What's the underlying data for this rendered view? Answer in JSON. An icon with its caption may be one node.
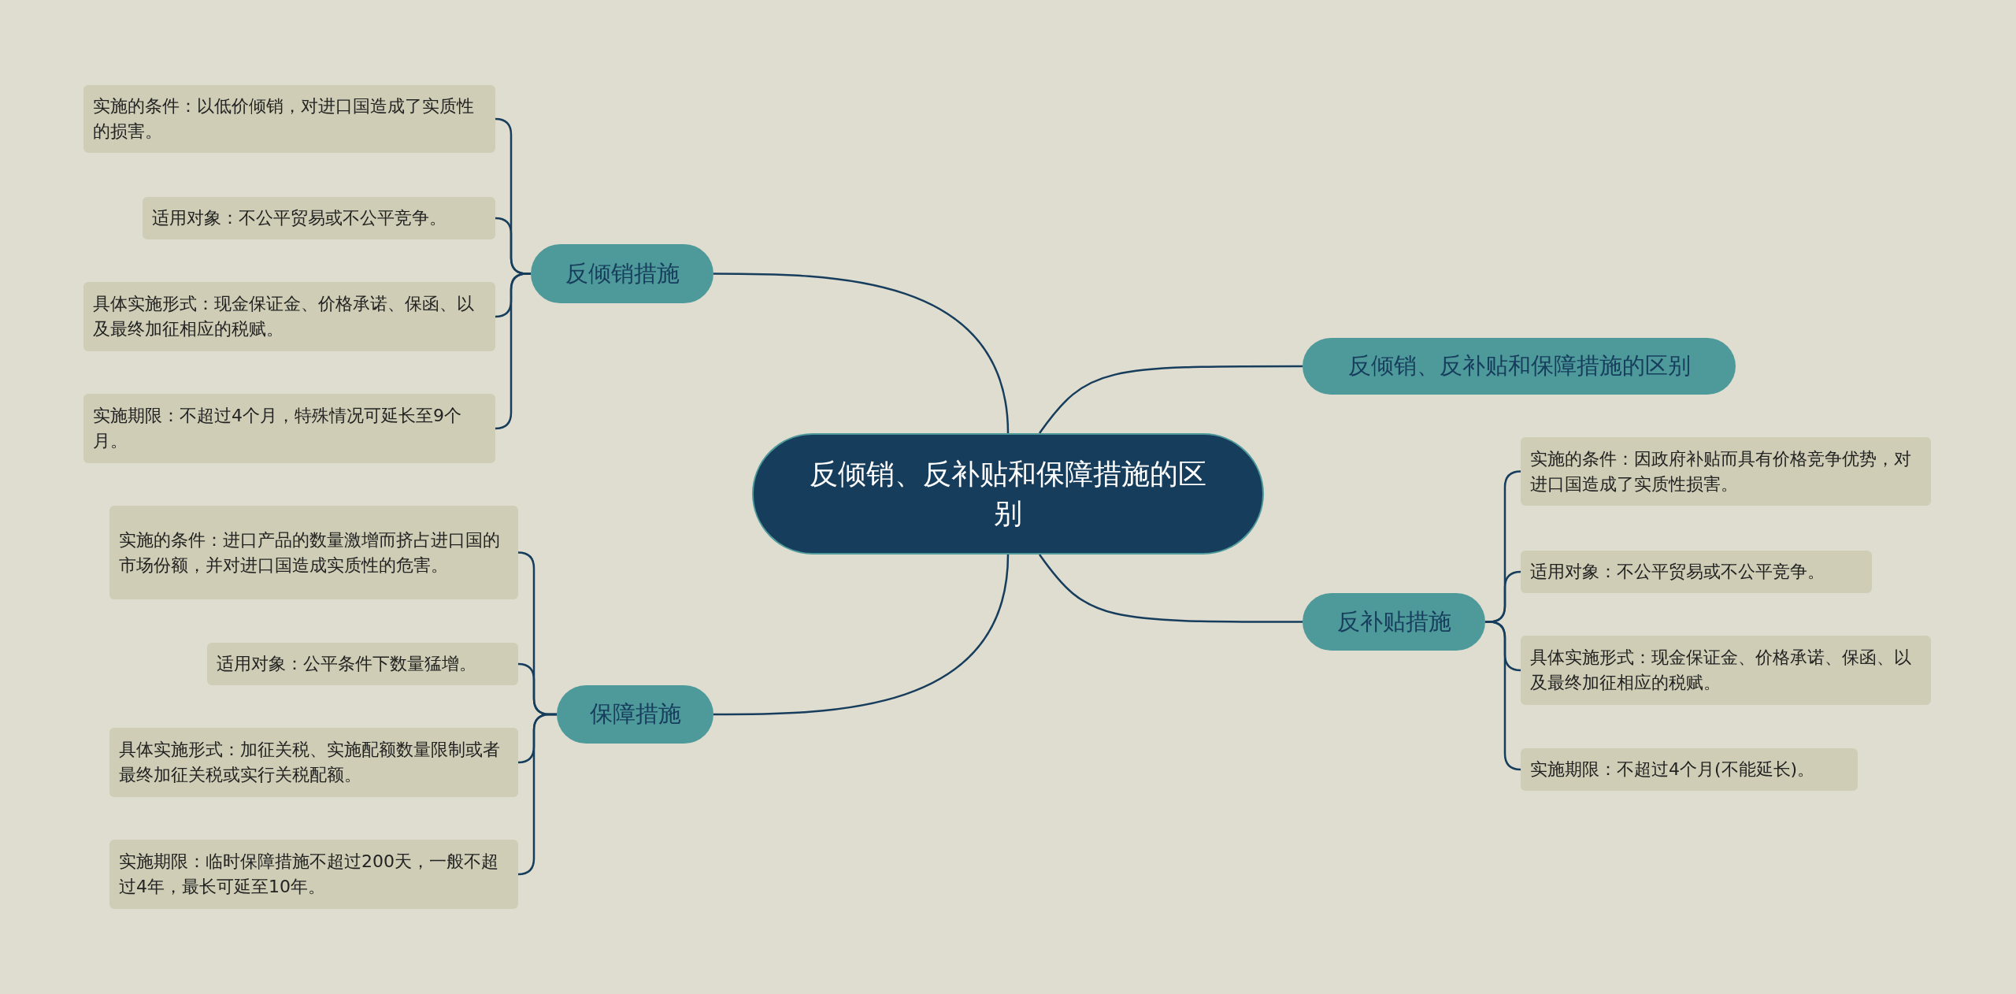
{
  "diagram": {
    "nodes": [
      {
        "text": [
          "反倾销、反补贴和保障措施的区别"
        ]
      },
      {
        "text": [
          "反倾销措施"
        ]
      },
      {
        "text": [
          "反倾销、反补贴和保障措施的区别"
        ]
      },
      {
        "text": [
          "反补贴措施"
        ]
      },
      {
        "text": [
          "保障措施"
        ]
      },
      {
        "text": [
          "实施的条件：以低价倾销，对进口国造成了实质性的损害。"
        ]
      },
      {
        "text": [
          "适用对象：不公平贸易或不公平竞争。"
        ]
      },
      {
        "text": [
          "具体实施形式：现金保证金、价格承诺、保函、以及最终加征相应的税赋。"
        ]
      },
      {
        "text": [
          "实施期限：不超过4个月，特殊情况可延长至9个月。"
        ]
      },
      {
        "text": [
          "实施的条件：进口产品的数量激增而挤占进口国的市场份额，并对进口国造成实质性的危害。"
        ]
      },
      {
        "text": [
          "适用对象：公平条件下数量猛增。"
        ]
      },
      {
        "text": [
          "具体实施形式：加征关税、实施配额数量限制或者最终加征关税或实行关税配额。"
        ]
      },
      {
        "text": [
          "实施期限：临时保障措施不超过200天，一般不超过4年，最长可延至10年。"
        ]
      },
      {
        "text": [
          "实施的条件：因政府补贴而具有价格竞争优势，对进口国造成了实质性损害。"
        ]
      },
      {
        "text": [
          "适用对象：不公平贸易或不公平竞争。"
        ]
      },
      {
        "text": [
          "具体实施形式：现金保证金、价格承诺、保函、以及最终加征相应的税赋。"
        ]
      },
      {
        "text": [
          "实施期限：不超过4个月(不能延长)。"
        ]
      }
    ],
    "edges": [
      {
        "from": 0,
        "to": 1,
        "arrow": "none"
      },
      {
        "from": 0,
        "to": 2,
        "arrow": "none"
      },
      {
        "from": 0,
        "to": 3,
        "arrow": "none"
      },
      {
        "from": 0,
        "to": 4,
        "arrow": "none"
      },
      {
        "from": 1,
        "to": 5,
        "arrow": "none"
      },
      {
        "from": 1,
        "to": 6,
        "arrow": "none"
      },
      {
        "from": 1,
        "to": 7,
        "arrow": "none"
      },
      {
        "from": 1,
        "to": 8,
        "arrow": "none"
      },
      {
        "from": 4,
        "to": 9,
        "arrow": "none"
      },
      {
        "from": 4,
        "to": 10,
        "arrow": "none"
      },
      {
        "from": 4,
        "to": 11,
        "arrow": "none"
      },
      {
        "from": 4,
        "to": 12,
        "arrow": "none"
      },
      {
        "from": 3,
        "to": 13,
        "arrow": "none"
      },
      {
        "from": 3,
        "to": 14,
        "arrow": "none"
      },
      {
        "from": 3,
        "to": 15,
        "arrow": "none"
      },
      {
        "from": 3,
        "to": 16,
        "arrow": "none"
      }
    ]
  }
}
